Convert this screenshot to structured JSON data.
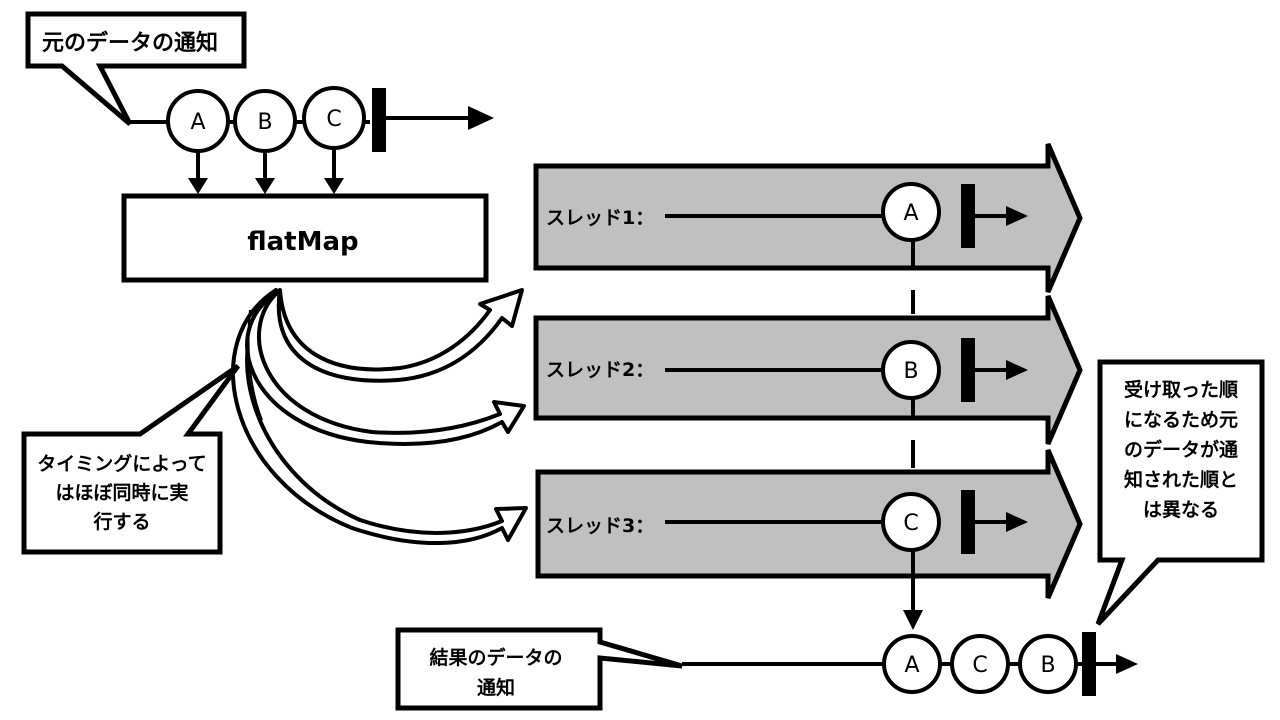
{
  "callouts": {
    "source": "元のデータの通知",
    "timing": [
      "タイミングによって",
      "はほぼ同時に実",
      "行する"
    ],
    "result": [
      "結果のデータの",
      "通知"
    ],
    "order": [
      "受け取った順",
      "になるため元",
      "のデータが通",
      "知された順と",
      "は異なる"
    ]
  },
  "source_stream": {
    "items": [
      "A",
      "B",
      "C"
    ]
  },
  "operator": {
    "label": "flatMap"
  },
  "threads": [
    {
      "label": "スレッド1：",
      "item": "A"
    },
    {
      "label": "スレッド2：",
      "item": "B"
    },
    {
      "label": "スレッド3：",
      "item": "C"
    }
  ],
  "result_stream": {
    "items": [
      "A",
      "C",
      "B"
    ]
  },
  "colors": {
    "thread_fill": "#c0c0c0",
    "stroke": "#000000",
    "background": "#ffffff"
  }
}
